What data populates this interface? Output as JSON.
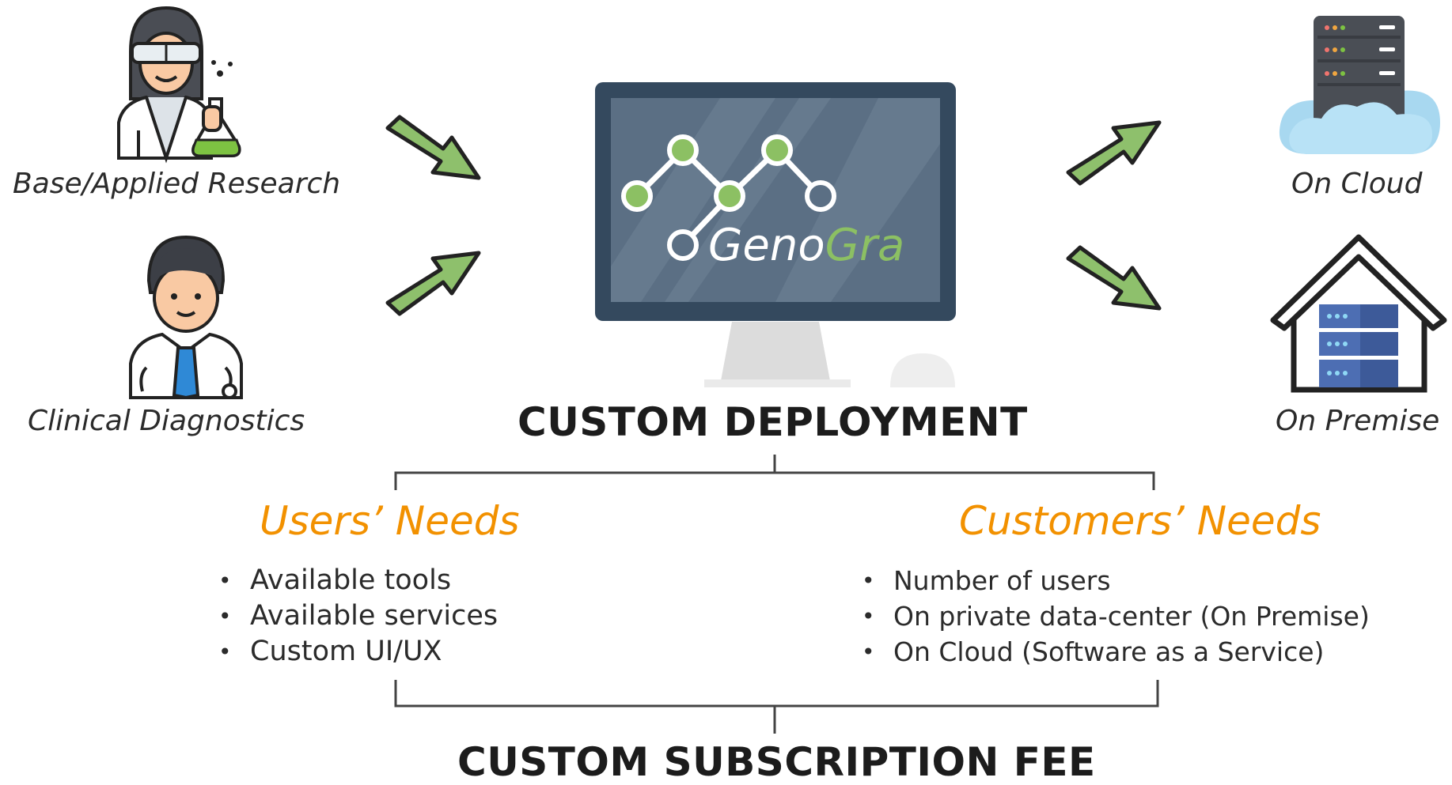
{
  "inputs": {
    "research_label": "Base/Applied Research",
    "clinical_label": "Clinical Diagnostics"
  },
  "outputs": {
    "cloud_label": "On Cloud",
    "premise_label": "On Premise"
  },
  "center": {
    "logo_text_a": "Geno",
    "logo_text_b": "Gra",
    "deployment_title": "CUSTOM DEPLOYMENT",
    "fee_title": "CUSTOM SUBSCRIPTION FEE"
  },
  "users_needs": {
    "title": "Users’ Needs",
    "items": [
      "Available tools",
      "Available services",
      "Custom UI/UX"
    ]
  },
  "customers_needs": {
    "title": "Customers’ Needs",
    "items": [
      "Number of users",
      "On private data-center (On Premise)",
      "On Cloud (Software as a Service)"
    ]
  },
  "colors": {
    "arrow_green": "#8ec06c",
    "accent_orange": "#f29100",
    "monitor_frame": "#34495e",
    "screen": "#5b6f84"
  }
}
